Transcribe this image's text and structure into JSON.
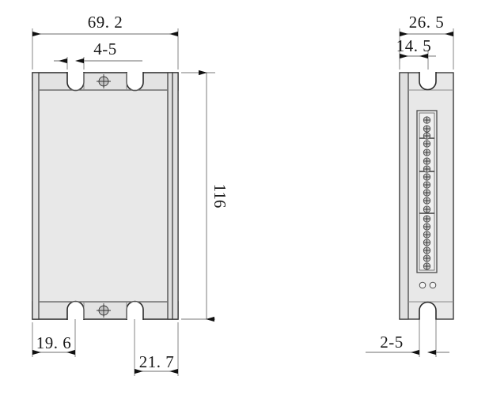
{
  "drawing": {
    "title": "Stepper Motor Driver Dimensional Drawing",
    "units": "mm",
    "line_color": "#3a3a3a",
    "body_fill": "#e8e8e8",
    "dimension_color": "#6e6e6e"
  },
  "front_view": {
    "name": "front-view",
    "dimensions": {
      "overall_width": "69. 2",
      "overall_height": "116",
      "slot_width": "4-5",
      "left_offset": "19. 6",
      "slot_spacing": "21. 7"
    },
    "features": {
      "top_notch_count": 2,
      "bottom_notch_count": 2,
      "center_mark_count": 2,
      "center_mark_icon": "crosshair-circle-icon"
    }
  },
  "side_view": {
    "name": "side-view",
    "dimensions": {
      "overall_depth": "26. 5",
      "notch_center_offset": "14. 5",
      "bottom_slot_width": "2-5"
    },
    "terminal_block": {
      "name": "terminal-block",
      "total_terminals": 19,
      "groups": [
        3,
        4,
        5,
        7
      ],
      "terminal_icon": "screw-terminal-icon"
    },
    "indicators": {
      "name": "led-indicators",
      "count": 2,
      "icon": "led-circle-icon"
    },
    "features": {
      "top_notch_count": 1,
      "bottom_notch_count": 1
    }
  }
}
